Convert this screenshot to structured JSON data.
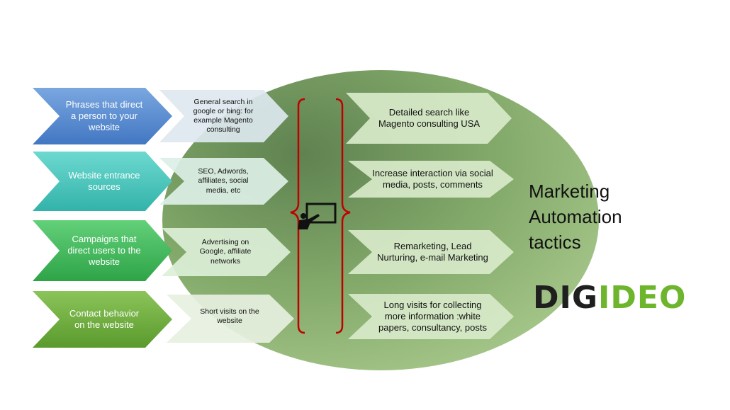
{
  "colors": {
    "ellipse_light": "#a9c98d",
    "ellipse_dark": "#6d8f58",
    "row_colors": [
      "#5b8fd3",
      "#45c7bf",
      "#3fba5a",
      "#6aac3a"
    ],
    "bracket": "#c00000",
    "logo_dark": "#1f1f1f",
    "logo_green": "#6cb52d"
  },
  "rows": [
    {
      "left": "Phrases that direct\na person to your\nwebsite",
      "middle": "General search in\ngoogle or bing:  for\nexample Magento\nconsulting"
    },
    {
      "left": "Website entrance\nsources",
      "middle": "SEO, Adwords,\naffiliates, social\nmedia, etc"
    },
    {
      "left": "Campaigns that\ndirect users to the\nwebsite",
      "middle": "Advertising on\nGoogle, affiliate\nnetworks"
    },
    {
      "left": "Contact behavior\non the website",
      "middle": "Short  visits on the\nwebsite"
    }
  ],
  "right": [
    "Detailed search like\nMagento consulting USA",
    "Increase interaction via social\nmedia, posts, comments",
    "Remarketing, Lead\nNurturing, e-mail Marketing",
    "Long visits for collecting\nmore information :white\npapers, consultancy, posts"
  ],
  "title": "Marketing\nAutomation\ntactics",
  "logo": {
    "part1": "DIG",
    "part2": "IDEO"
  },
  "icon": "presentation-board-icon"
}
